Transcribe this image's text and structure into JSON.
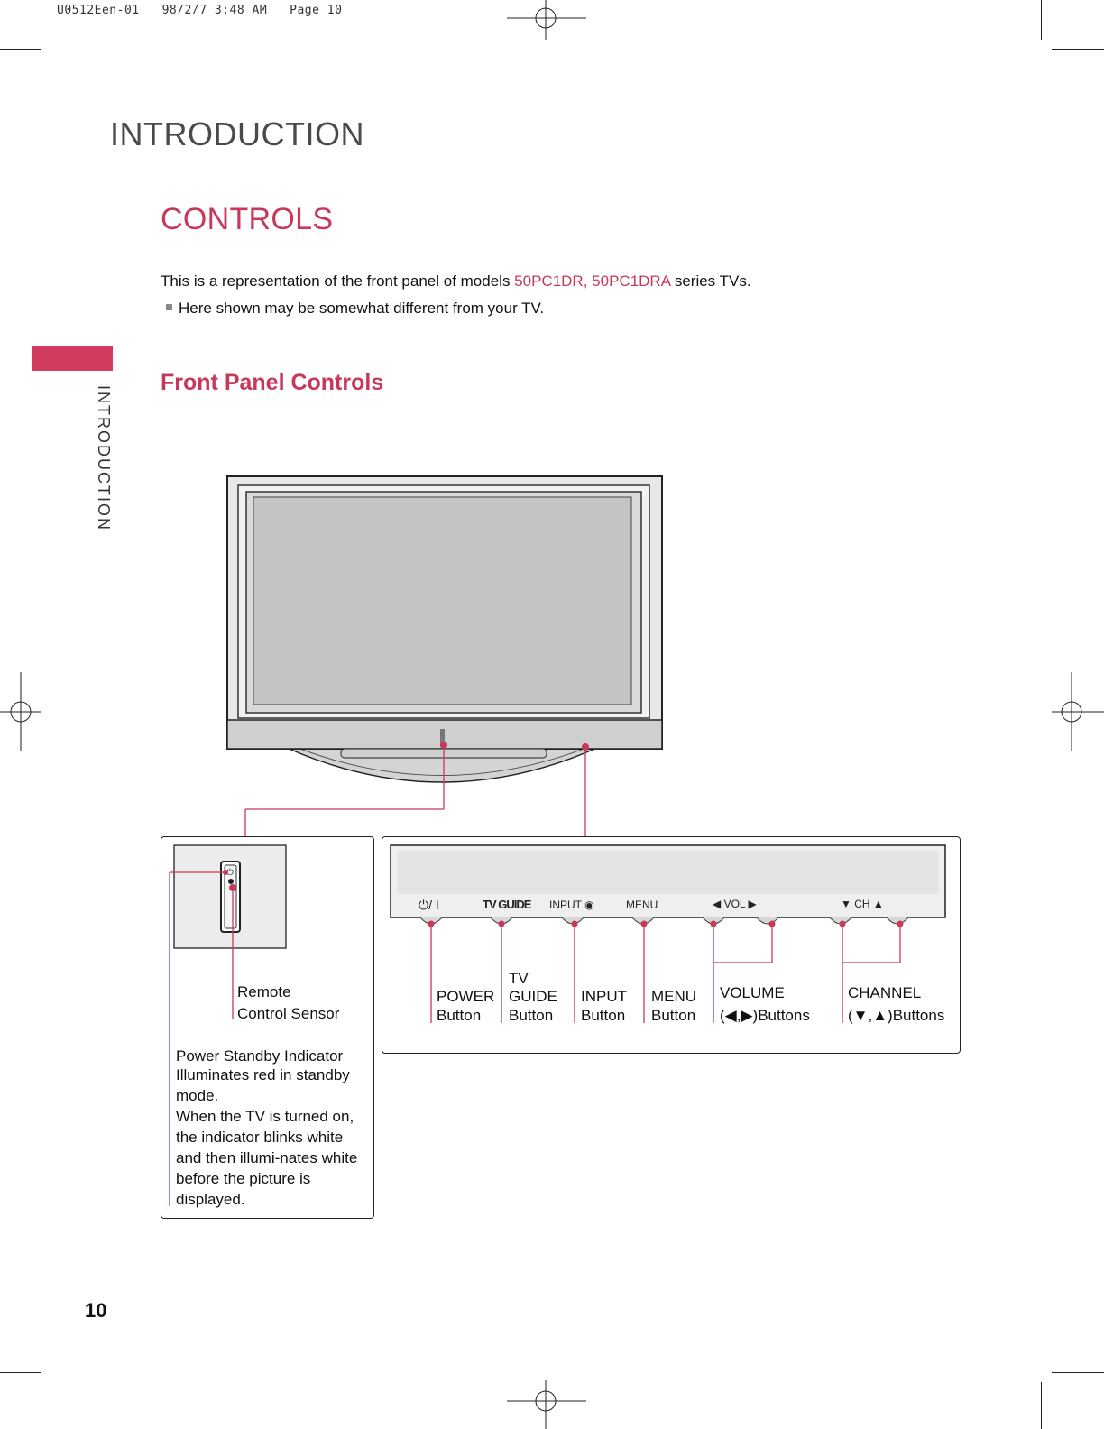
{
  "print_header": "U0512Een-01   98/2/7 3:48 AM   Page 10",
  "section_title": "INTRODUCTION",
  "side_tab_label": "INTRODUCTION",
  "page_title": "CONTROLS",
  "intro": {
    "prefix": "This is a representation of the front panel of models ",
    "model_1": "50PC1DR",
    "separator": ", ",
    "model_2": "50PC1DRA",
    "suffix": " series TVs."
  },
  "note": "Here shown may be somewhat different from your TV.",
  "subheading": "Front Panel Controls",
  "left_panel": {
    "sensor_label_line1": "Remote",
    "sensor_label_line2": "Control Sensor",
    "indicator_title": "Power Standby Indicator",
    "indicator_description": "Illuminates red in standby mode.\nWhen the TV is turned on, the indicator blinks white and then illumi-nates white before the picture is displayed."
  },
  "button_strip": {
    "power_symbol": "⏻/ I",
    "tv_guide": "TV GUIDE",
    "input": "INPUT",
    "input_symbol": "◉",
    "menu": "MENU",
    "vol": "◀ VOL ▶",
    "ch": "▼ CH ▲"
  },
  "callouts": {
    "power": [
      "POWER",
      "Button"
    ],
    "tv_guide": [
      "TV",
      "GUIDE",
      "Button"
    ],
    "input": [
      "INPUT",
      "Button"
    ],
    "menu": [
      "MENU",
      "Button"
    ],
    "volume": [
      "VOLUME",
      "(◀,▶)Buttons"
    ],
    "channel": [
      "CHANNEL",
      "(▼,▲)Buttons"
    ]
  },
  "page_number": "10",
  "colors": {
    "accent": "#c8385a",
    "leader_line": "#c8385a",
    "screen": "#c4c4c4",
    "bezel": "#d8d8d8"
  }
}
